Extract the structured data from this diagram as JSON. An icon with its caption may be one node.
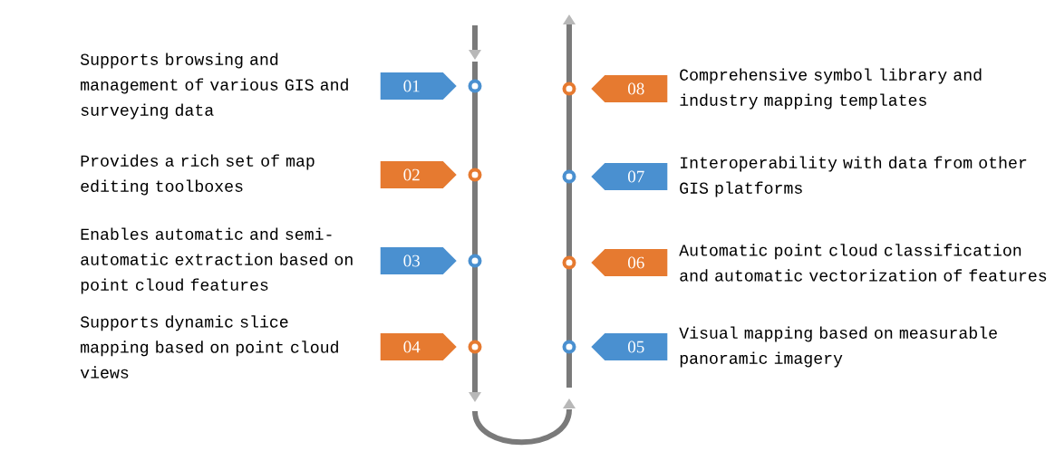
{
  "diagram": {
    "nodes": [
      {
        "text": [
          "01"
        ],
        "beside": [
          "Supports browsing and management of various GIS and surveying data"
        ]
      },
      {
        "text": [
          "02"
        ],
        "beside": [
          "Provides a rich set of map editing toolboxes"
        ]
      },
      {
        "text": [
          "03"
        ],
        "beside": [
          "Enables automatic and semi-automatic extraction based on point cloud features"
        ]
      },
      {
        "text": [
          "04"
        ],
        "beside": [
          "Supports dynamic slice mapping based on point cloud views"
        ]
      },
      {
        "text": [
          "05"
        ],
        "beside": [
          "Visual mapping based on measurable panoramic imagery"
        ]
      },
      {
        "text": [
          "06"
        ],
        "beside": [
          "Automatic point cloud classification and automatic vectorization of features"
        ]
      },
      {
        "text": [
          "07"
        ],
        "beside": [
          "Interoperability with data from other GIS platforms"
        ]
      },
      {
        "text": [
          "08"
        ],
        "beside": [
          "Comprehensive symbol library and industry mapping templates"
        ]
      }
    ]
  }
}
